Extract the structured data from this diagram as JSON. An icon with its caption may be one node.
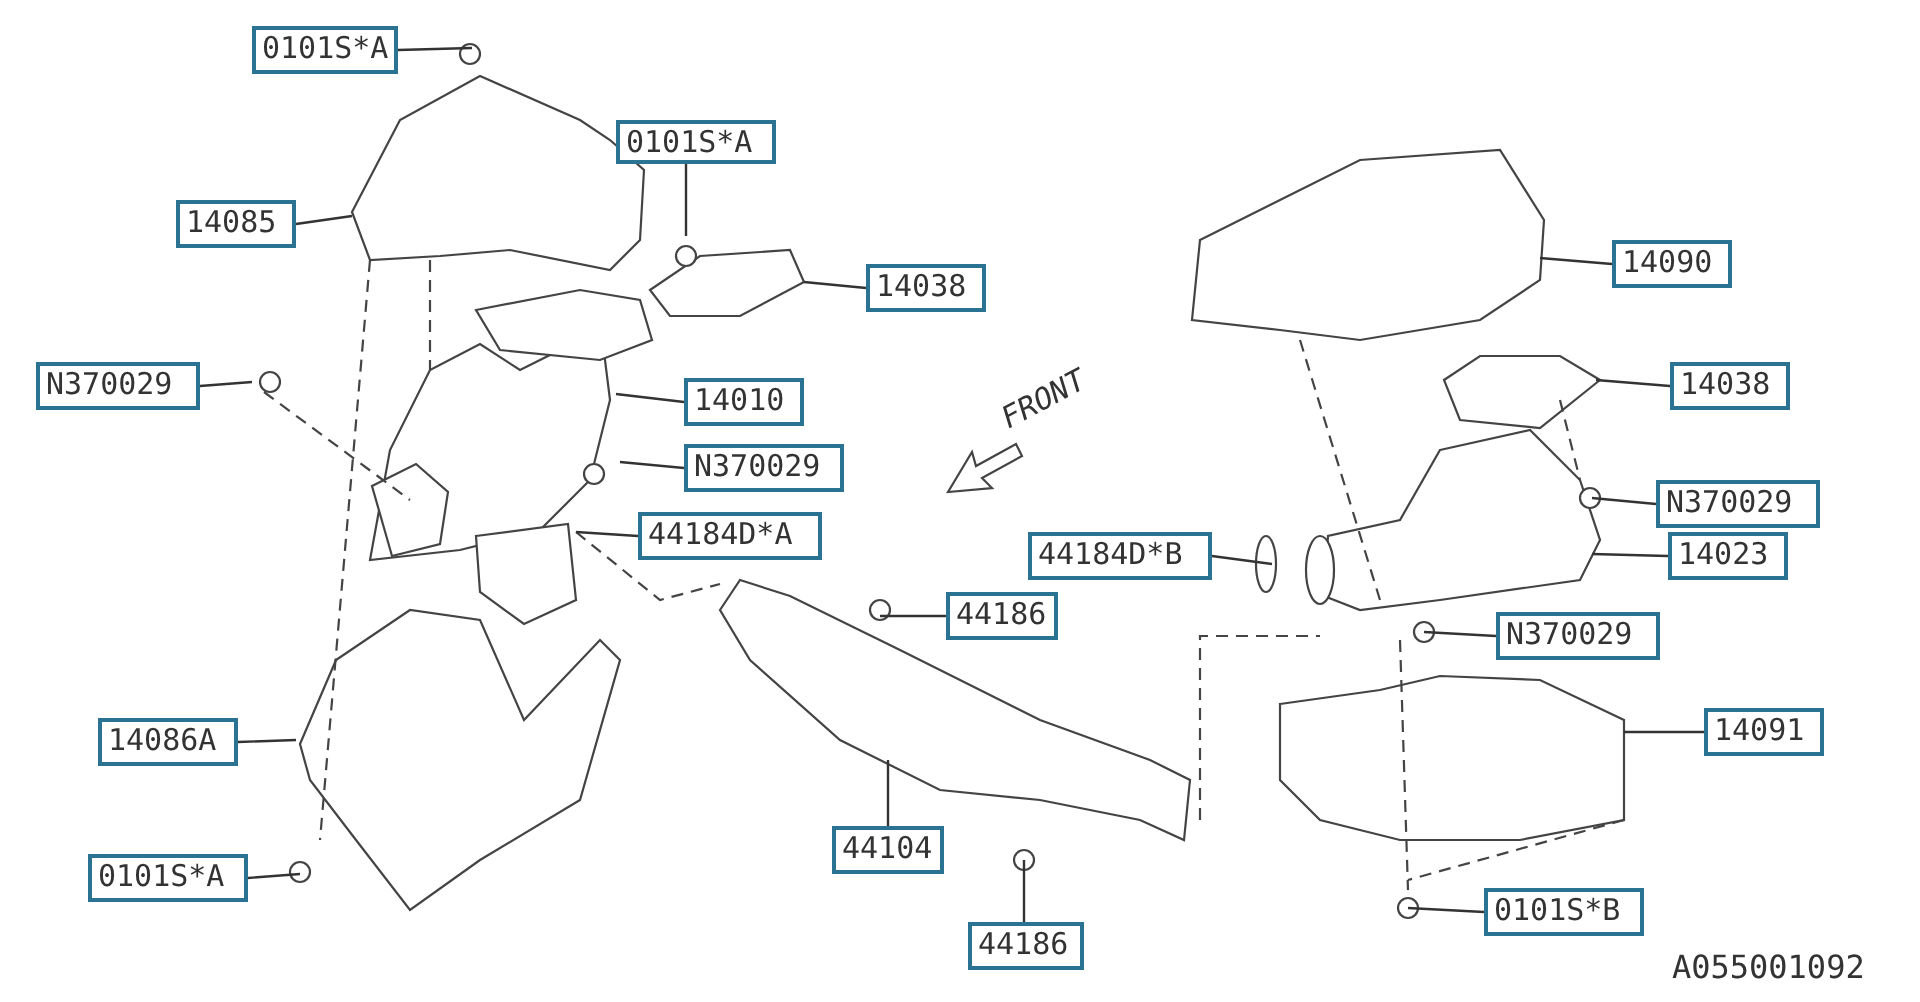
{
  "diagram": {
    "nodes": [
      {
        "text": [
          "0101S*A"
        ]
      },
      {
        "text": [
          "0101S*A"
        ]
      },
      {
        "text": [
          "14085"
        ]
      },
      {
        "text": [
          "14038"
        ]
      },
      {
        "text": [
          "N370029"
        ]
      },
      {
        "text": [
          "14010"
        ]
      },
      {
        "text": [
          "N370029"
        ]
      },
      {
        "text": [
          "44184D*A"
        ]
      },
      {
        "text": [
          "44186"
        ]
      },
      {
        "text": [
          "14086A"
        ]
      },
      {
        "text": [
          "44104"
        ]
      },
      {
        "text": [
          "0101S*A"
        ]
      },
      {
        "text": [
          "44186"
        ]
      },
      {
        "text": [
          "14090"
        ]
      },
      {
        "text": [
          "14038"
        ]
      },
      {
        "text": [
          "N370029"
        ]
      },
      {
        "text": [
          "44184D*B"
        ]
      },
      {
        "text": [
          "14023"
        ]
      },
      {
        "text": [
          "N370029"
        ]
      },
      {
        "text": [
          "14091"
        ]
      },
      {
        "text": [
          "0101S*B"
        ]
      }
    ],
    "edges": [
      {
        "from": 0,
        "to": null,
        "arrow": "none"
      },
      {
        "from": 1,
        "to": null,
        "arrow": "none"
      },
      {
        "from": 2,
        "to": null,
        "arrow": "none"
      },
      {
        "from": 3,
        "to": null,
        "arrow": "none"
      },
      {
        "from": 4,
        "to": null,
        "arrow": "none"
      },
      {
        "from": 5,
        "to": null,
        "arrow": "none"
      },
      {
        "from": 6,
        "to": null,
        "arrow": "none"
      },
      {
        "from": 7,
        "to": null,
        "arrow": "none"
      },
      {
        "from": 8,
        "to": null,
        "arrow": "none"
      },
      {
        "from": 9,
        "to": null,
        "arrow": "none"
      },
      {
        "from": 10,
        "to": null,
        "arrow": "none"
      },
      {
        "from": 11,
        "to": null,
        "arrow": "none"
      },
      {
        "from": 12,
        "to": null,
        "arrow": "none"
      },
      {
        "from": 13,
        "to": null,
        "arrow": "none"
      },
      {
        "from": 14,
        "to": null,
        "arrow": "none"
      },
      {
        "from": 15,
        "to": null,
        "arrow": "none"
      },
      {
        "from": 16,
        "to": null,
        "arrow": "none"
      },
      {
        "from": 17,
        "to": null,
        "arrow": "none"
      },
      {
        "from": 18,
        "to": null,
        "arrow": "none"
      },
      {
        "from": 19,
        "to": null,
        "arrow": "none"
      },
      {
        "from": 20,
        "to": null,
        "arrow": "none"
      }
    ],
    "labels": [
      "FRONT",
      "A055001092"
    ]
  }
}
